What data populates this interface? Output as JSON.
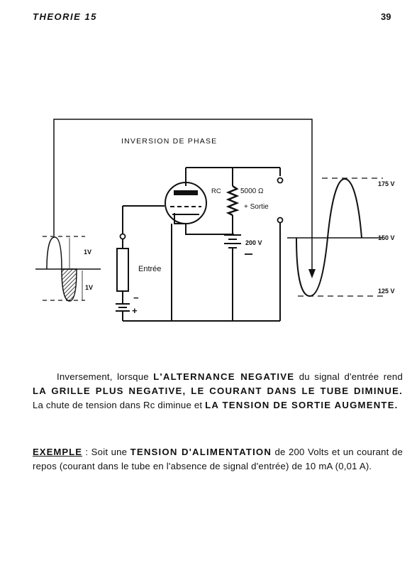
{
  "header": {
    "chapter": "THEORIE 15",
    "page_number": "39"
  },
  "diagram": {
    "title": "INVERSION DE PHASE",
    "rc_label": "RC",
    "resistor_value": "5000 Ω",
    "output_label": "+ Sortie",
    "supply_voltage": "200 V",
    "input_label": "Entrée",
    "input_amplitude_upper": "1V",
    "input_amplitude_lower": "1V",
    "output_level_high": "175 V",
    "output_level_mid": "150 V",
    "output_level_low": "125 V",
    "battery_minus": "−",
    "battery_plus": "+"
  },
  "paragraph1": {
    "t1": "Inversement, lorsque ",
    "s1": "L'ALTERNANCE NEGATIVE",
    "t2": " du signal d'entrée rend ",
    "s2": "LA GRILLE PLUS NEGATIVE, LE COURANT DANS LE TUBE DIMINUE.",
    "t3": " La chute de tension dans Rc diminue et ",
    "s3": "LA TENSION DE SORTIE AUGMENTE."
  },
  "paragraph2": {
    "label": "EXEMPLE",
    "t1": " : Soit une ",
    "s1": "TENSION D'ALIMENTATION",
    "t2": " de 200 Volts et un courant de repos (courant dans le tube en l'absence de signal d'entrée) de 10 mA (0,01 A)."
  }
}
